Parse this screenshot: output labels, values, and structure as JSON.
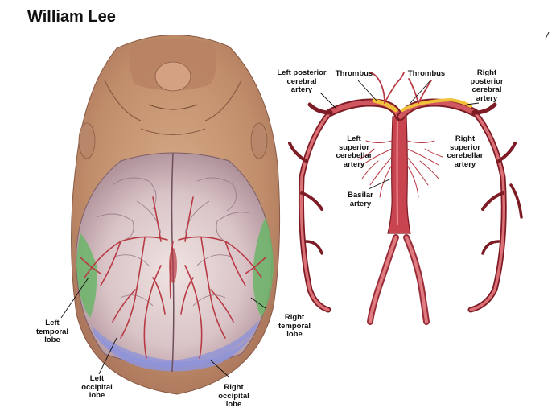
{
  "title": "William Lee",
  "labels": {
    "left_posterior_cerebral_artery": "Left posterior\ncerebral\nartery",
    "thrombus_left": "Thrombus",
    "thrombus_right": "Thrombus",
    "right_posterior_cerebral_artery": "Right\nposterior\ncerebral\nartery",
    "left_superior_cerebellar_artery": "Left\nsuperior\ncerebellar\nartery",
    "right_superior_cerebellar_artery": "Right\nsuperior\ncerebellar\nartery",
    "basilar_artery": "Basilar\nartery",
    "left_temporal_lobe": "Left\ntemporal\nlobe",
    "right_temporal_lobe": "Right\ntemporal\nlobe",
    "left_occipital_lobe": "Left\noccipital\nlobe",
    "right_occipital_lobe": "Right\noccipital\nlobe"
  },
  "colors": {
    "skin": "#c99a78",
    "brain": "#d9c3c6",
    "temporal_lobe": "#6bb56a",
    "occipital_lobe": "#8f93d8",
    "artery": "#c8454f",
    "artery_dark": "#8e1e28",
    "thrombus": "#f2c13a"
  }
}
